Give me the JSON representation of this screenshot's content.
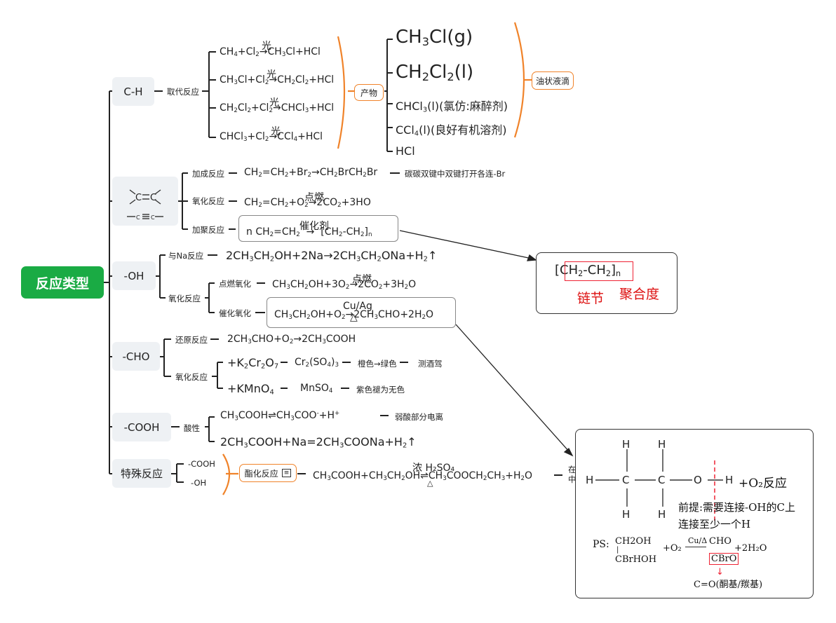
{
  "root": "反应类型",
  "groups": {
    "ch": "C-H",
    "cc_double": "C=C",
    "cc_triple": "—C≡C—",
    "oh": "-OH",
    "cho": "-CHO",
    "cooh": "-COOH",
    "special": "特殊反应"
  },
  "ch": {
    "reaction": "取代反应",
    "r1": "CH₄+Cl₂→CH₃Cl+HCl",
    "r2": "CH₃Cl+Cl₂→CH₂Cl₂+HCl",
    "r3": "CH₂Cl₂+Cl₂→CHCl₃+HCl",
    "r4": "CHCl₃+Cl₂→CCl₄+HCl",
    "condition": "光",
    "products_label": "产物",
    "p1": "CH₃Cl(g)",
    "p2": "CH₂Cl₂(l)",
    "p3": "CHCl₃(l)(氯仿:麻醉剂)",
    "p4": "CCl₄(l)(良好有机溶剂)",
    "p5": "HCl",
    "oily": "油状液滴"
  },
  "cc": {
    "add_label": "加成反应",
    "add_eq": "CH₂=CH₂+Br₂→CH₂BrCH₂Br",
    "add_note": "碳碳双键中双键打开各连-Br",
    "ox_label": "氧化反应",
    "ox_eq": "CH₂=CH₂+O₂→2CO₂+3HO",
    "ox_cond": "点燃",
    "poly_label": "加聚反应",
    "poly_eq": "n CH₂=CH₂ → [CH₂-CH₂]n",
    "poly_cond": "催化剂"
  },
  "oh": {
    "na_label": "与Na反应",
    "na_eq": "2CH₃CH₂OH+2Na→2CH₃CH₂ONa+H₂↑",
    "ox_label": "氧化反应",
    "burn_label": "点燃氧化",
    "burn_eq": "CH₃CH₂OH+3O₂→2CO₂+3H₂O",
    "burn_cond": "点燃",
    "cat_label": "催化氧化",
    "cat_eq": "CH₃CH₂OH+O₂→2CH₃CHO+2H₂O",
    "cat_cond": "Cu/Ag"
  },
  "cho": {
    "red_label": "还原反应",
    "red_eq": "2CH₃CHO+O₂→2CH₃COOH",
    "ox_label": "氧化反应",
    "k_reagent": "+K₂Cr₂O₇",
    "k_product": "Cr₂(SO₄)₃",
    "k_color": "橙色→绿色",
    "k_use": "测酒驾",
    "mn_reagent": "+KMnO₄",
    "mn_product": "MnSO₄",
    "mn_color": "紫色褪为无色"
  },
  "cooh": {
    "acid_label": "酸性",
    "eq1": "CH₃COOH⇌CH₃COO⁻+H⁺",
    "eq1_note": "弱酸部分电离",
    "eq2": "2CH₃COOH+Na=2CH₃COONa+H₂↑"
  },
  "special": {
    "cooh": "-COOH",
    "oh": "-OH",
    "ester_label": "酯化反应",
    "ester_eq": "CH₃COOH+CH₃CH₂OH⇌CH₃COOCH₂CH₃+H₂O",
    "ester_cond": "浓 H₂SO₄",
    "cut_note_1": "在碱",
    "cut_note_2": "中表"
  },
  "panel1": {
    "formula": "[CH₂-CH₂]n",
    "unit": "链节",
    "degree": "聚合度"
  },
  "panel2": {
    "h": "H",
    "c": "C",
    "o": "O",
    "o2_react": "+O₂反应",
    "note1": "前提:需要连接-OH的C上",
    "note2": "连接至少一个H",
    "ps": "PS:",
    "ps_r1": "CH2OH",
    "ps_r2": "CBrHOH",
    "ps_plus": "+O₂",
    "ps_cond": "Cu/Δ",
    "ps_p1": "CHO",
    "ps_p2": "CBrO",
    "ps_water": "+2H₂O",
    "ps_note": "C=O(酮基/羰基)"
  }
}
